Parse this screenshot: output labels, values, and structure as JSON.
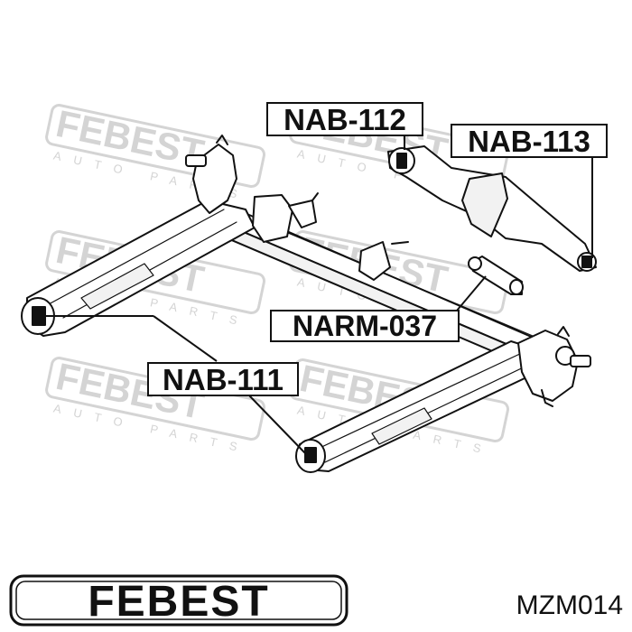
{
  "diagram": {
    "part_labels": [
      {
        "id": "nab-112",
        "text": "NAB-112"
      },
      {
        "id": "nab-113",
        "text": "NAB-113"
      },
      {
        "id": "narm-037",
        "text": "NARM-037"
      },
      {
        "id": "nab-111",
        "text": "NAB-111"
      }
    ],
    "watermark": {
      "brand": "FEBEST",
      "subtitle": "AUTO PARTS"
    },
    "footer": {
      "logo": "FEBEST",
      "part_number": "MZM014"
    },
    "colors": {
      "ink": "#111111",
      "watermark": "#d4d4d4",
      "background": "#ffffff"
    }
  }
}
